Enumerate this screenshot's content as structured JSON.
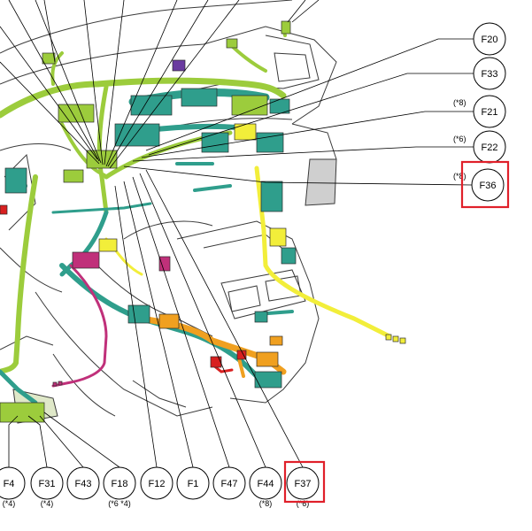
{
  "diagram": {
    "callouts_right": [
      {
        "id": "F20",
        "note": ""
      },
      {
        "id": "F33",
        "note": ""
      },
      {
        "id": "F21",
        "note": "(*8)"
      },
      {
        "id": "F22",
        "note": "(*6)"
      },
      {
        "id": "F36",
        "note": "(*8)",
        "highlighted": true
      }
    ],
    "callouts_bottom": [
      {
        "id": "F4",
        "note": "(*4)"
      },
      {
        "id": "F31",
        "note": "(*4)"
      },
      {
        "id": "F43",
        "note": ""
      },
      {
        "id": "F18",
        "note": "(*6 *4)"
      },
      {
        "id": "F12",
        "note": ""
      },
      {
        "id": "F1",
        "note": ""
      },
      {
        "id": "F47",
        "note": ""
      },
      {
        "id": "F44",
        "note": "(*8)"
      },
      {
        "id": "F37",
        "note": "(*6)",
        "highlighted": true
      }
    ],
    "colors": {
      "harness_green": "#9ccc3c",
      "harness_teal": "#2f9e8c",
      "harness_yellow": "#f2ee3a",
      "harness_orange": "#f0a020",
      "harness_magenta": "#c0307a",
      "harness_red": "#d82020",
      "outline": "#3a3a3a",
      "highlight_box": "#e0202a"
    }
  }
}
